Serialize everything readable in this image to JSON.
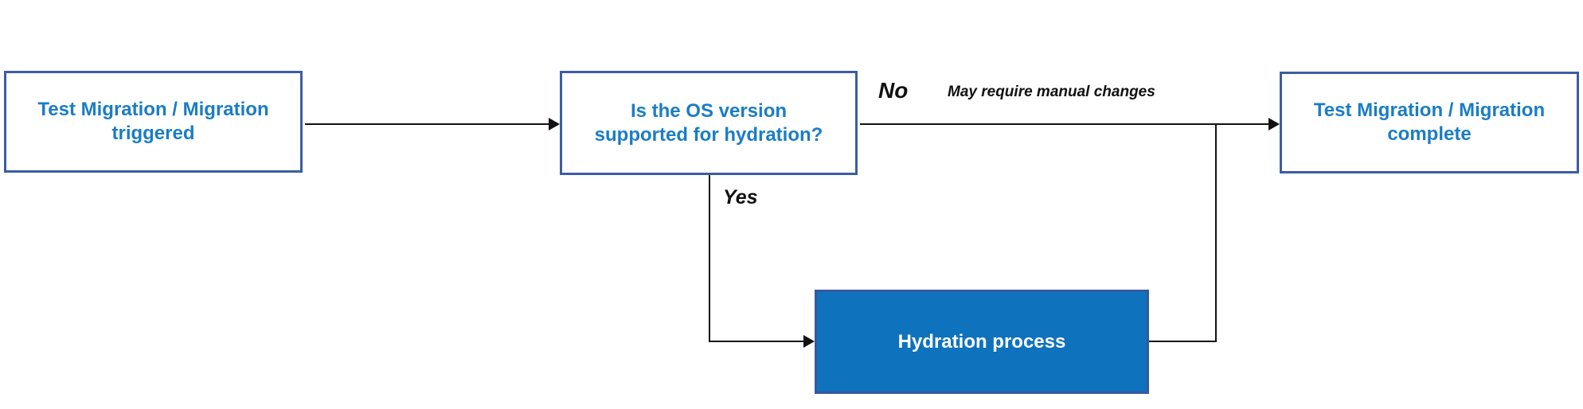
{
  "diagram": {
    "title": "OS hydration migration flowchart",
    "nodes": {
      "start": {
        "label": "Test Migration / Migration triggered"
      },
      "decision": {
        "label": "Is the OS version supported for hydration?"
      },
      "hydration": {
        "label": "Hydration process"
      },
      "complete": {
        "label": "Test Migration / Migration complete"
      }
    },
    "edges": {
      "no_label": "No",
      "no_note": "May require manual changes",
      "yes_label": "Yes"
    },
    "icons": {
      "arrowhead_right": "triangle-right"
    },
    "colors": {
      "box_border": "#3c5da4",
      "box_text": "#1a7dc5",
      "filled_box_bg": "#0e72bd",
      "filled_box_border": "#35599e",
      "filled_box_text": "#ffffff",
      "line": "#111111"
    }
  }
}
